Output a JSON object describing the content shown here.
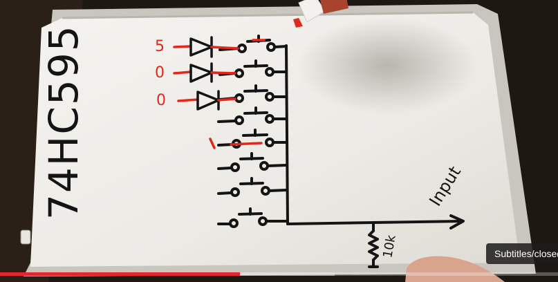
{
  "whiteboard": {
    "chip_label": "74HC595",
    "led_values": [
      "5",
      "0",
      "0"
    ],
    "output_label": "Input",
    "resistor_label": "10k"
  },
  "player": {
    "subtitles_label": "Subtitles/closed captions",
    "progress_played_fraction": 0.43,
    "progress_buffered_fraction": 0.6
  },
  "colors": {
    "marker_black": "#141414",
    "marker_red": "#e0281e",
    "board_white": "#f1f0ec",
    "progress_red": "#e8242c"
  }
}
